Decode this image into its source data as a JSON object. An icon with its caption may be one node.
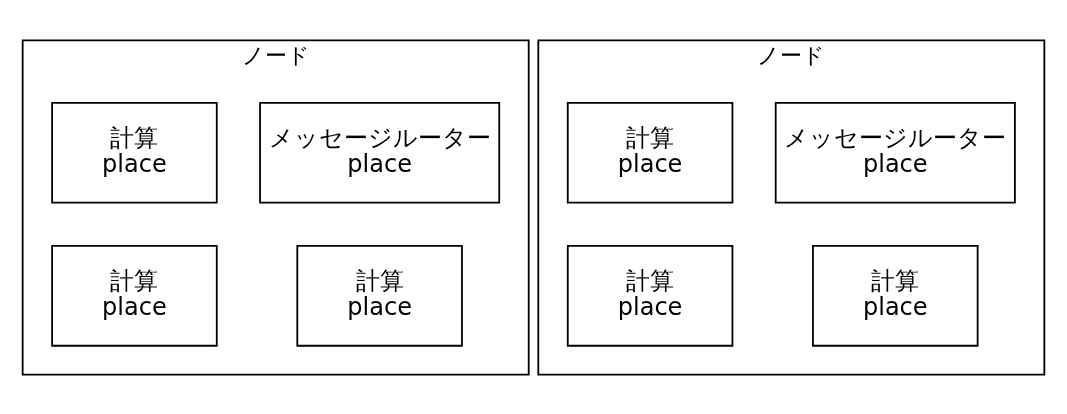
{
  "diagram": {
    "nodes": [
      {
        "text": [
          "ノード"
        ]
      },
      {
        "text": [
          "メッセージルーター place"
        ],
        "in": 0
      },
      {
        "text": [
          "計算 place"
        ],
        "in": 0
      },
      {
        "text": [
          "計算 place"
        ],
        "in": 0
      },
      {
        "text": [
          "計算 place"
        ],
        "in": 0
      },
      {
        "text": [
          "ノード"
        ]
      },
      {
        "text": [
          "メッセージルーター place"
        ],
        "in": 5
      },
      {
        "text": [
          "計算 place"
        ],
        "in": 5
      },
      {
        "text": [
          "計算 place"
        ],
        "in": 5
      },
      {
        "text": [
          "計算 place"
        ],
        "in": 5
      }
    ]
  }
}
